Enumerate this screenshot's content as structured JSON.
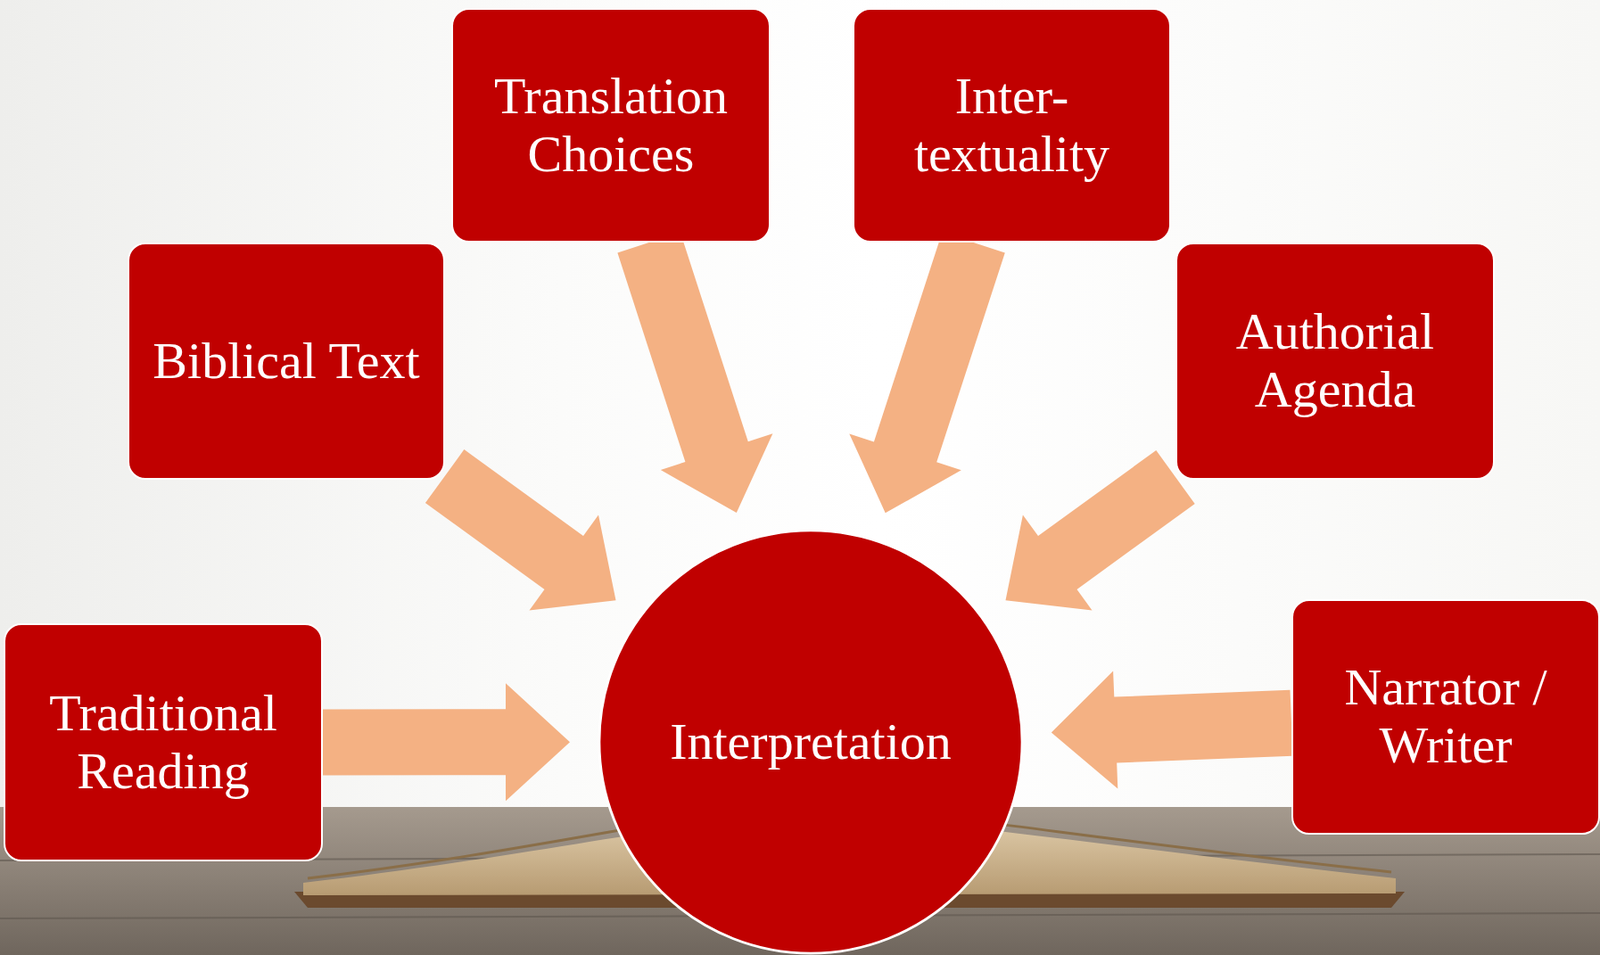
{
  "diagram": {
    "nodes": [
      {
        "text": [
          "Translation Choices"
        ]
      },
      {
        "text": [
          "Inter-textuality"
        ]
      },
      {
        "text": [
          "Biblical Text"
        ]
      },
      {
        "text": [
          "Authorial Agenda"
        ]
      },
      {
        "text": [
          "Traditional Reading"
        ]
      },
      {
        "text": [
          "Interpretation"
        ]
      },
      {
        "text": [
          "Narrator / Writer"
        ]
      }
    ],
    "edges": [
      {
        "from": 0,
        "to": 5,
        "arrow": "to"
      },
      {
        "from": 1,
        "to": 5,
        "arrow": "to"
      },
      {
        "from": 2,
        "to": 5,
        "arrow": "to"
      },
      {
        "from": 3,
        "to": 5,
        "arrow": "to"
      },
      {
        "from": 4,
        "to": 5,
        "arrow": "to"
      },
      {
        "from": 6,
        "to": 5,
        "arrow": "to"
      }
    ]
  }
}
